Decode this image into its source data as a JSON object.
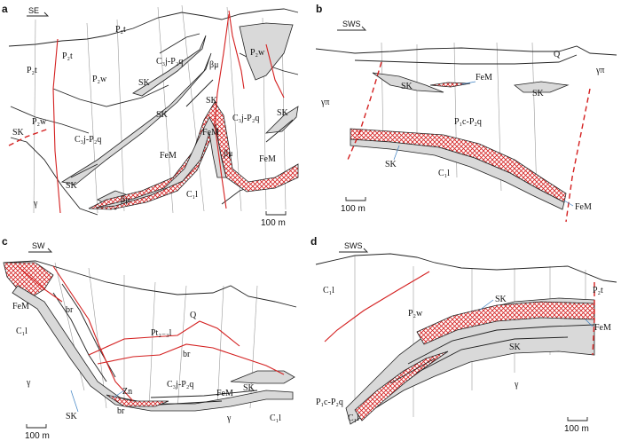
{
  "panels": {
    "a": {
      "letter": "a",
      "direction": "SE",
      "units": {
        "p2t_left": "P₂t",
        "p2t_top": "P₂t",
        "p2t_mid": "P₂t",
        "p2w_right": "P₂w",
        "p2w_mid": "P₂w",
        "p2w_small": "P₂w",
        "cq_mid": "C₃j-P₂q",
        "cq_top": "C₃j-P₂q",
        "cq_right": "C₃j-P₂q",
        "c1l": "C₁l",
        "gamma": "γ"
      },
      "labels": {
        "sk1": "SK",
        "sk2": "SK",
        "sk3": "SK",
        "sk4": "SK",
        "sk5": "SK",
        "sk6": "SK",
        "fem1": "FeM",
        "fem2": "FeM",
        "fem3": "FeM",
        "bmu1": "βμ",
        "bmu2": "βμ",
        "bmu3": "βμ"
      },
      "scale": "100 m"
    },
    "b": {
      "letter": "b",
      "direction": "SWS",
      "units": {
        "q": "Q",
        "gpi_left": "γπ",
        "gpi_right": "γπ",
        "p1c": "P₁c-P₂q",
        "c1l": "C₁l"
      },
      "labels": {
        "sk1": "SK",
        "sk2": "SK",
        "sk3": "SK",
        "fem1": "FeM",
        "fem2": "FeM"
      },
      "scale": "100 m"
    },
    "c": {
      "letter": "c",
      "direction": "SW",
      "units": {
        "q": "Q",
        "pt": "Pt₂₋₃l",
        "cq": "C₃j-P₂q",
        "c1l_left": "C₁l",
        "c1l_right": "C₁l",
        "gamma_left": "γ",
        "gamma_right": "γ"
      },
      "labels": {
        "fem1": "FeM",
        "fem2": "FeM",
        "br1": "br",
        "br2": "br",
        "br3": "br",
        "zn": "Zn",
        "sk1": "SK",
        "sk2": "SK"
      },
      "scale": "100 m"
    },
    "d": {
      "letter": "d",
      "direction": "SWS",
      "units": {
        "c1l_top": "C₁l",
        "p2w": "P₂w",
        "p2t": "P₂t",
        "gamma": "γ",
        "p1c": "P₁c-P₂q",
        "c1l_bottom": "C₁l"
      },
      "labels": {
        "sk1": "SK",
        "sk2": "SK",
        "fem": "FeM"
      },
      "scale": "100 m"
    }
  },
  "colors": {
    "fault": "#d42020",
    "ore_hatch": "#d42020",
    "skarn": "#d9d9d9",
    "leader": "#3a7fc1"
  }
}
